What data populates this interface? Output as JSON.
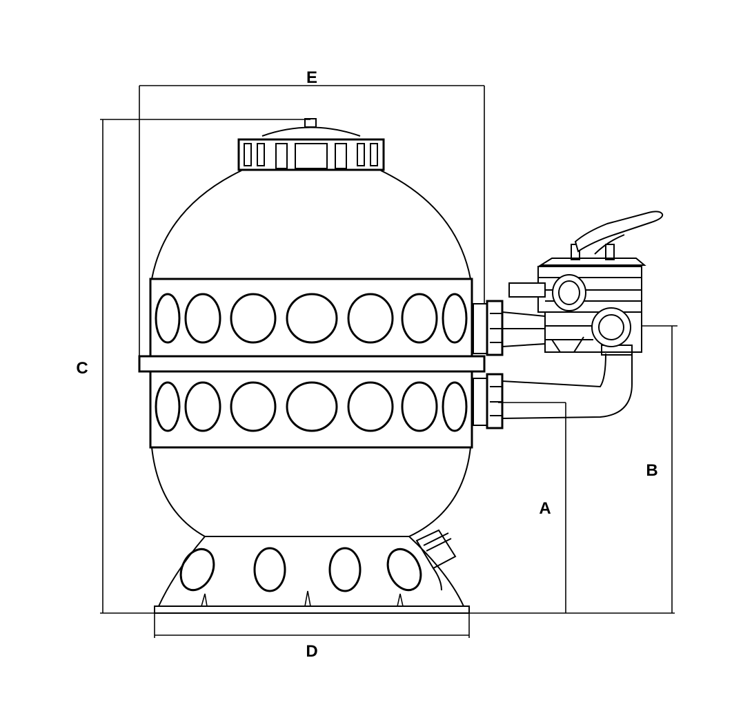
{
  "diagram": {
    "labels": {
      "e": "E",
      "c": "C",
      "d": "D",
      "a": "A",
      "b": "B"
    }
  }
}
